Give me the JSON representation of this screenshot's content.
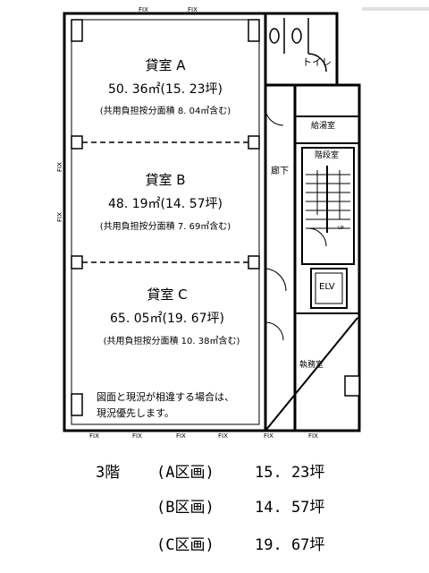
{
  "header_strip": {
    "color": "#e0e0e0"
  },
  "fix_labels": {
    "text": "FIX"
  },
  "rooms": [
    {
      "name": "貸室 A",
      "area": "50. 36㎡(15. 23坪)",
      "common": "(共用負担按分面積 8. 04㎡含む)"
    },
    {
      "name": "貸室 B",
      "area": "48. 19㎡(14. 57坪)",
      "common": "(共用負担按分面積 7. 69㎡含む)"
    },
    {
      "name": "貸室 C",
      "area": "65. 05㎡(19. 67坪)",
      "common": "(共用負担按分面積 10. 38㎡含む)"
    }
  ],
  "note": [
    "図面と現況が相違する場合は、",
    "現況優先します。"
  ],
  "utility_rooms": {
    "toilet": "トイレ",
    "kitchen": "給湯室",
    "corridor": "廊下",
    "stairs": "階段室",
    "elevator": "ELV",
    "machine": "執務室",
    "stairs_up": "UP"
  },
  "summary": {
    "floor": "3階",
    "rows": [
      {
        "label": "(A区画)",
        "value": "15. 23坪"
      },
      {
        "label": "(B区画)",
        "value": "14. 57坪"
      },
      {
        "label": "(C区画)",
        "value": "19. 67坪"
      }
    ]
  }
}
